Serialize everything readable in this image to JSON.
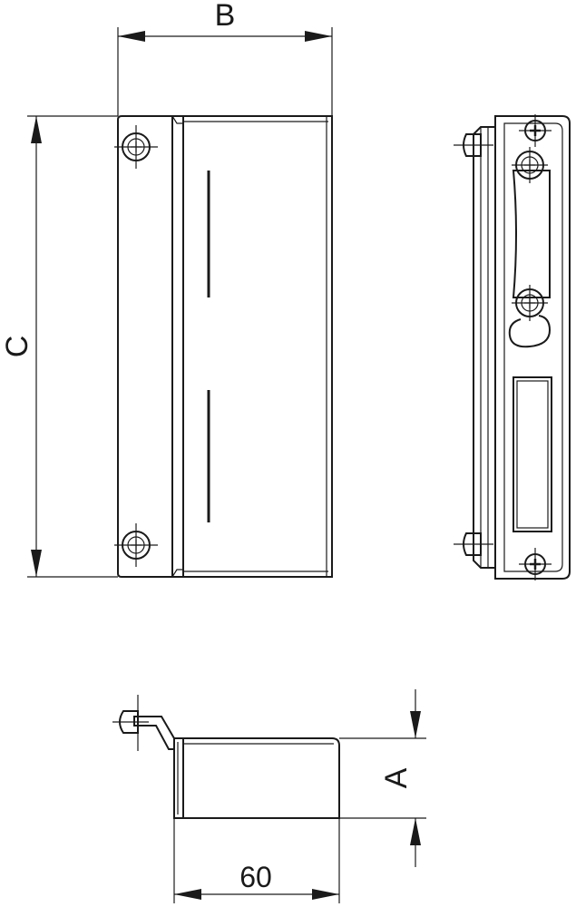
{
  "dimensions": {
    "width_label": "B",
    "height_label": "C",
    "depth_label": "A",
    "bottom_width_value": "60"
  }
}
